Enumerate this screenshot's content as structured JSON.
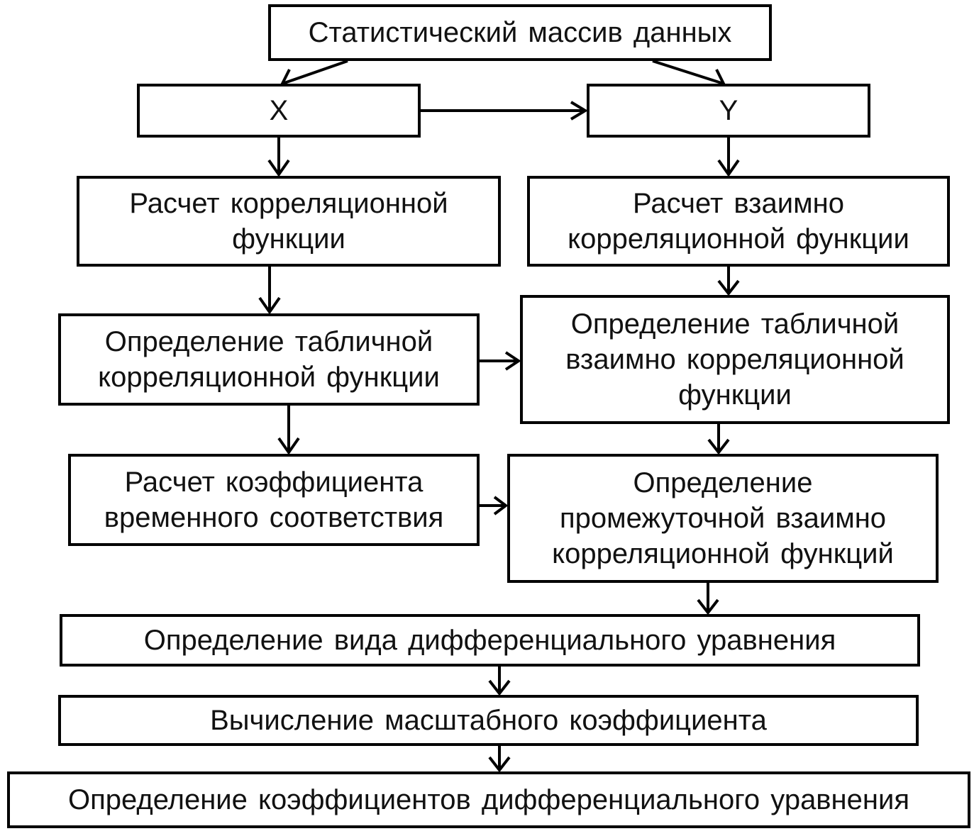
{
  "diagram": {
    "nodes": {
      "top": "Статистический массив данных",
      "x": "X",
      "y": "Y",
      "left_1": "Расчет корреляционной\nфункции",
      "right_1": "Расчет взаимно\nкорреляционной функции",
      "left_2": "Определение табличной\nкорреляционной функции",
      "right_2": "Определение табличной\nвзаимно  корреляционной\nфункции",
      "left_3": "Расчет коэффициента\nвременного соответствия",
      "right_3": "Определение\nпромежуточной взаимно\nкорреляционной функций",
      "bottom_1": "Определение вида дифференциального уравнения",
      "bottom_2": "Вычисление масштабного коэффициента",
      "bottom_3": "Определение коэффициентов дифференциального уравнения"
    },
    "edges": [
      {
        "from": "top",
        "to": "x"
      },
      {
        "from": "top",
        "to": "y"
      },
      {
        "from": "x",
        "to": "y"
      },
      {
        "from": "x",
        "to": "left_1"
      },
      {
        "from": "y",
        "to": "right_1"
      },
      {
        "from": "left_1",
        "to": "left_2"
      },
      {
        "from": "right_1",
        "to": "right_2"
      },
      {
        "from": "left_2",
        "to": "right_2"
      },
      {
        "from": "left_2",
        "to": "left_3"
      },
      {
        "from": "right_2",
        "to": "right_3"
      },
      {
        "from": "left_3",
        "to": "right_3"
      },
      {
        "from": "right_3",
        "to": "bottom_1"
      },
      {
        "from": "bottom_1",
        "to": "bottom_2"
      },
      {
        "from": "bottom_2",
        "to": "bottom_3"
      }
    ]
  }
}
